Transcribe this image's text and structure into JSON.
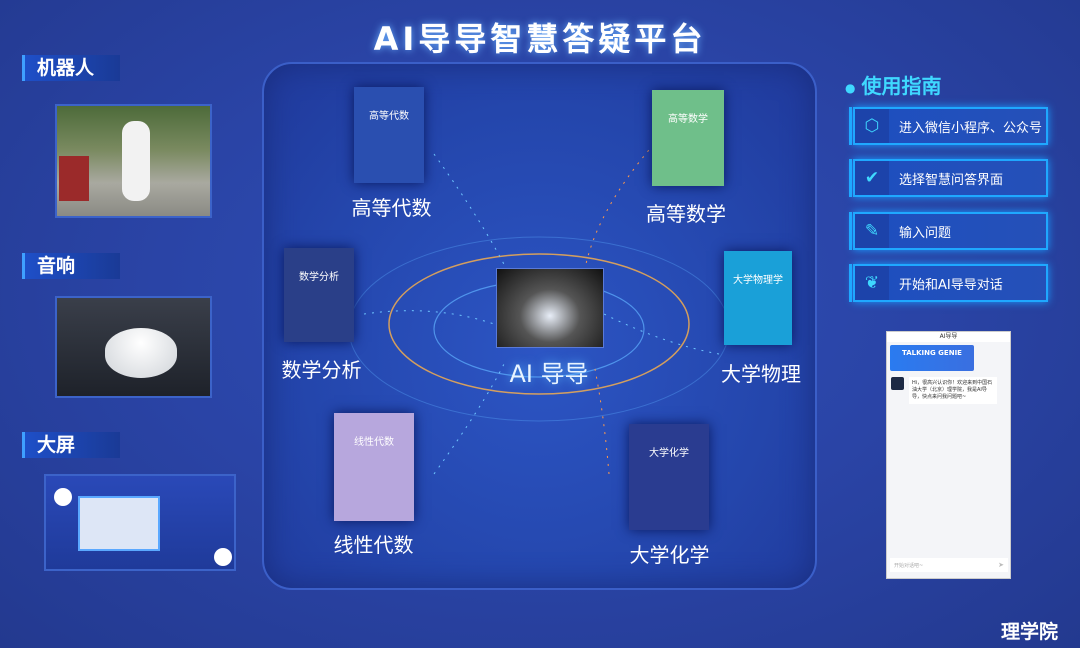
{
  "title": "AI导导智慧答疑平台",
  "left": {
    "robot_label": "机器人",
    "speaker_label": "音响",
    "screen_label": "大屏"
  },
  "center": {
    "name": "AI 导导",
    "subjects": [
      {
        "label": "高等代数",
        "cover_title": "高等代数",
        "color": "#2a4fb0"
      },
      {
        "label": "高等数学",
        "cover_title": "高等数学",
        "color": "#6fbf8a"
      },
      {
        "label": "数学分析",
        "cover_title": "数学分析",
        "color": "#2a3f88"
      },
      {
        "label": "大学物理",
        "cover_title": "大学物理学",
        "color": "#1aa0d8"
      },
      {
        "label": "线性代数",
        "cover_title": "线性代数",
        "color": "#b7a7dd"
      },
      {
        "label": "大学化学",
        "cover_title": "大学化学",
        "color": "#2a3c90"
      }
    ]
  },
  "guide": {
    "heading": "使用指南",
    "steps": [
      {
        "label": "进入微信小程序、公众号",
        "icon": "cube-icon"
      },
      {
        "label": "选择智慧问答界面",
        "icon": "check-chat-icon"
      },
      {
        "label": "输入问题",
        "icon": "pencil-ruler-icon"
      },
      {
        "label": "开始和AI导导对话",
        "icon": "leaf-icon"
      }
    ]
  },
  "phone": {
    "title": "AI导导",
    "banner": "TALKING GENIE",
    "message": "Hi，很高兴认识你！欢迎来到中国石油大学（北京）理学院，我是AI导导，快点来问我问题吧~",
    "placeholder": "开始对话吧~"
  },
  "footer": "理学院"
}
